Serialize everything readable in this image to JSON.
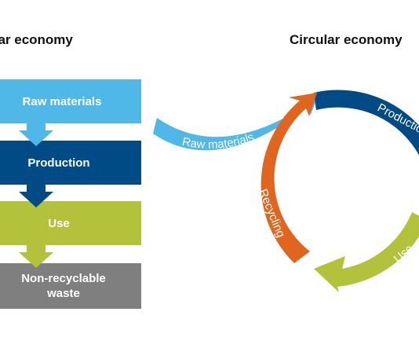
{
  "linear": {
    "title": "ear economy",
    "steps": [
      {
        "label": "Raw materials",
        "color": "#4fb8e6"
      },
      {
        "label": "Production",
        "color": "#004a86"
      },
      {
        "label": "Use",
        "color": "#b2c23a"
      },
      {
        "label_line1": "Non-recyclable",
        "label_line2": "waste",
        "color": "#7f7f7f"
      }
    ]
  },
  "circular": {
    "title": "Circular economy",
    "raw_materials": "Raw materials",
    "production": "Production",
    "use": "Use",
    "recycling": "Recycling"
  },
  "colors": {
    "light_blue": "#4fb8e6",
    "dark_blue": "#004a86",
    "green": "#b2c23a",
    "orange": "#e0651f",
    "gray": "#7f7f7f"
  }
}
